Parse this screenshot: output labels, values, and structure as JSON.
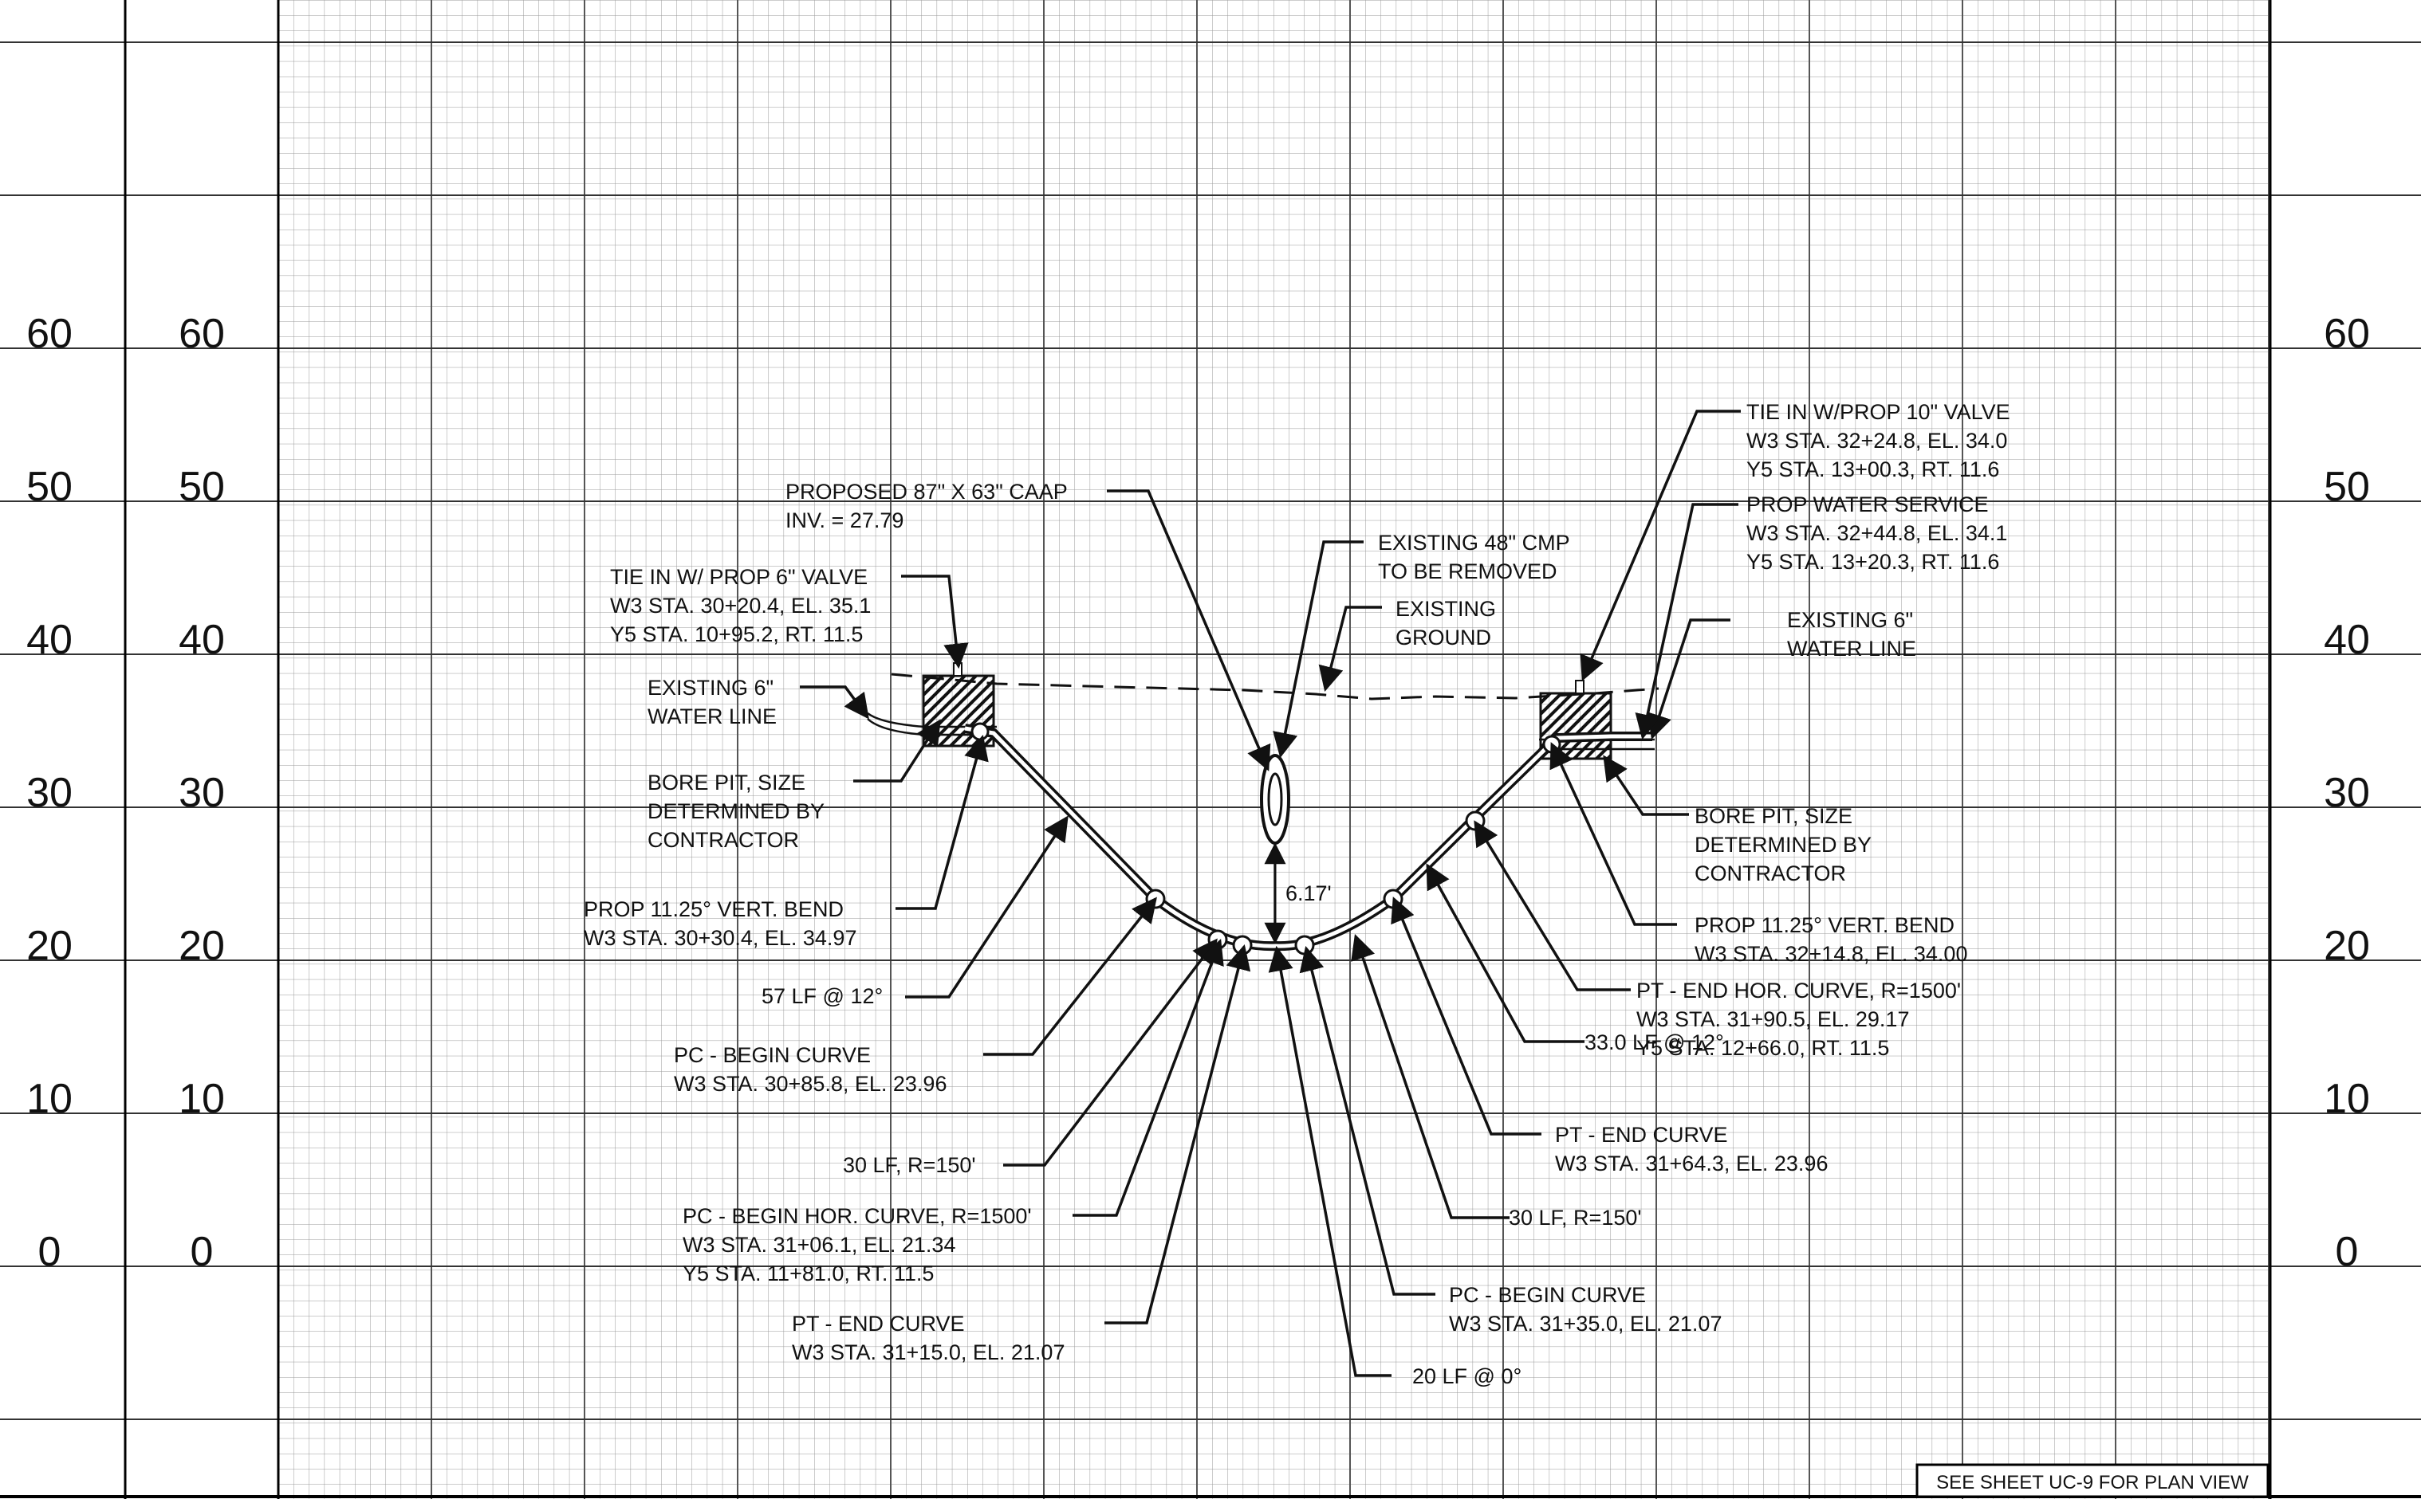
{
  "sheet_reference": "SEE SHEET UC-9 FOR PLAN VIEW",
  "elevation_labels": {
    "left_outer": [
      "60",
      "50",
      "40",
      "30",
      "20",
      "10",
      "0"
    ],
    "left_inner": [
      "60",
      "50",
      "40",
      "30",
      "20",
      "10",
      "0"
    ],
    "right": [
      "60",
      "50",
      "40",
      "30",
      "20",
      "10",
      "0"
    ]
  },
  "clearance_label": "6.17'",
  "callouts": {
    "caap": [
      "PROPOSED 87\" X 63\" CAAP",
      "INV. = 27.79"
    ],
    "cmp": [
      "EXISTING 48\" CMP",
      "TO BE REMOVED"
    ],
    "ground": [
      "EXISTING",
      "GROUND"
    ],
    "tie_in_left": [
      "TIE IN W/ PROP 6\" VALVE",
      "W3 STA. 30+20.4, EL. 35.1",
      "Y5 STA. 10+95.2, RT. 11.5"
    ],
    "water_left": [
      "EXISTING 6\"",
      "WATER LINE"
    ],
    "bore_left": [
      "BORE PIT, SIZE",
      "DETERMINED BY",
      "CONTRACTOR"
    ],
    "bend_left": [
      "PROP 11.25° VERT. BEND",
      "W3 STA. 30+30.4, EL. 34.97"
    ],
    "lf57": [
      "57 LF @ 12°"
    ],
    "pc_begin_left": [
      "PC - BEGIN CURVE",
      "W3 STA. 30+85.8, EL. 23.96"
    ],
    "lf30_left": [
      "30 LF, R=150'"
    ],
    "pc_hor": [
      "PC - BEGIN HOR. CURVE, R=1500'",
      "W3 STA. 31+06.1, EL. 21.34",
      "Y5 STA. 11+81.0, RT. 11.5"
    ],
    "pt_end_left": [
      "PT - END CURVE",
      "W3 STA. 31+15.0, EL. 21.07"
    ],
    "lf20": [
      "20 LF @ 0°"
    ],
    "pc_begin_right": [
      "PC - BEGIN CURVE",
      "W3 STA. 31+35.0, EL. 21.07"
    ],
    "lf30_right": [
      "30 LF, R=150'"
    ],
    "pt_end_right": [
      "PT - END CURVE",
      "W3 STA. 31+64.3, EL. 23.96"
    ],
    "lf33": [
      "33.0 LF @ 12°"
    ],
    "pt_hor": [
      "PT - END HOR. CURVE, R=1500'",
      "W3 STA. 31+90.5, EL. 29.17",
      "Y5 STA. 12+66.0, RT. 11.5"
    ],
    "bend_right": [
      "PROP 11.25° VERT. BEND",
      "W3 STA. 32+14.8, EL. 34.00"
    ],
    "bore_right": [
      "BORE PIT, SIZE",
      "DETERMINED BY",
      "CONTRACTOR"
    ],
    "water_right": [
      "EXISTING 6\"",
      "WATER LINE"
    ],
    "service": [
      "PROP WATER SERVICE",
      "W3 STA. 32+44.8, EL. 34.1",
      "Y5 STA. 13+20.3, RT. 11.6"
    ],
    "tie_in_right": [
      "TIE IN W/PROP 10\" VALVE",
      "W3 STA. 32+24.8, EL. 34.0",
      "Y5 STA. 13+00.3, RT. 11.6"
    ]
  }
}
